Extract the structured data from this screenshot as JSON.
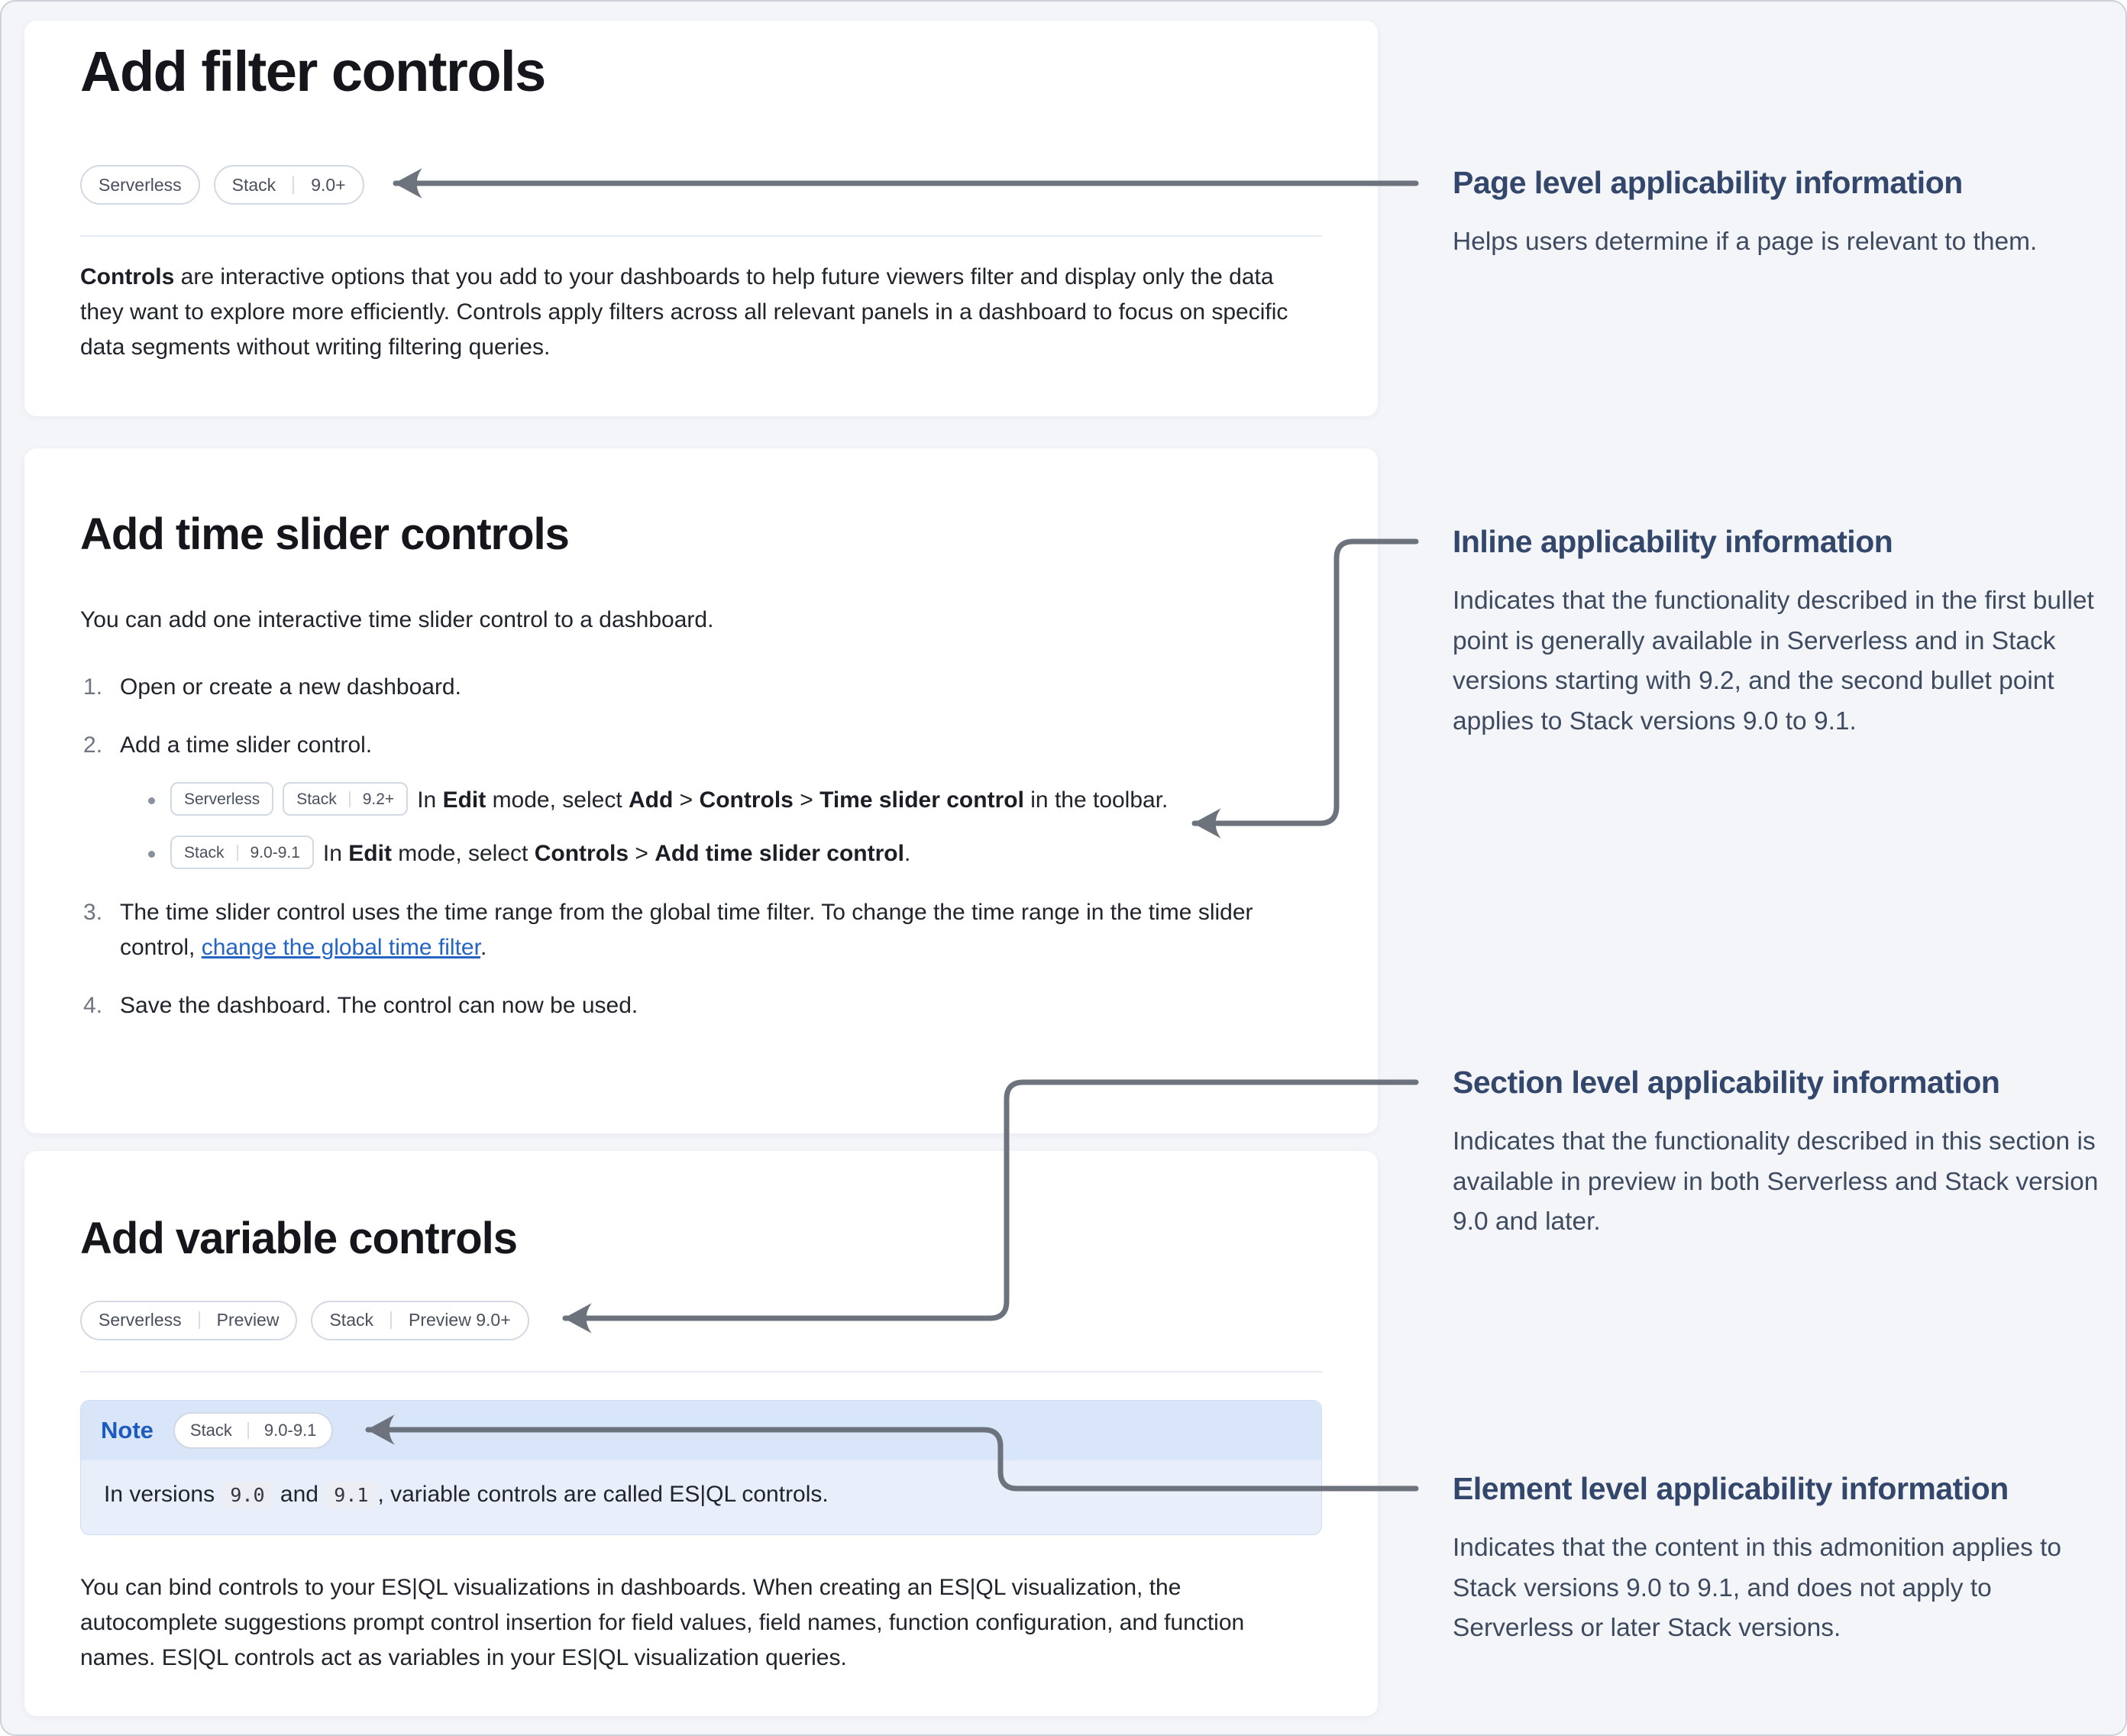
{
  "filter_section": {
    "title": "Add filter controls",
    "badges": [
      [
        "Serverless"
      ],
      [
        "Stack",
        "9.0+"
      ]
    ],
    "paragraph": [
      {
        "b": "Controls"
      },
      {
        "t": " are interactive options that you add to your dashboards to help future viewers filter and display only the data they want to explore more efficiently. Controls apply filters across all relevant panels in a dashboard to focus on specific data segments without writing filtering queries."
      }
    ]
  },
  "time_slider_section": {
    "title": "Add time slider controls",
    "intro": "You can add one interactive time slider control to a dashboard.",
    "steps": [
      {
        "text": [
          {
            "t": "Open or create a new dashboard."
          }
        ]
      },
      {
        "text": [
          {
            "t": "Add a time slider control."
          }
        ],
        "bullets": [
          [
            {
              "badge": [
                "Serverless"
              ]
            },
            {
              "badge": [
                "Stack",
                "9.2+"
              ]
            },
            {
              "t": "In "
            },
            {
              "b": "Edit"
            },
            {
              "t": " mode, select "
            },
            {
              "b": "Add"
            },
            {
              "t": " > "
            },
            {
              "b": "Controls"
            },
            {
              "t": " > "
            },
            {
              "b": "Time slider control"
            },
            {
              "t": " in the toolbar."
            }
          ],
          [
            {
              "badge": [
                "Stack",
                "9.0-9.1"
              ]
            },
            {
              "t": "In "
            },
            {
              "b": "Edit"
            },
            {
              "t": " mode, select "
            },
            {
              "b": "Controls"
            },
            {
              "t": " > "
            },
            {
              "b": "Add time slider control"
            },
            {
              "t": "."
            }
          ]
        ]
      },
      {
        "text": [
          {
            "t": "The time slider control uses the time range from the global time filter. To change the time range in the time slider control, "
          },
          {
            "link": "change the global time filter"
          },
          {
            "t": "."
          }
        ]
      },
      {
        "text": [
          {
            "t": "Save the dashboard. The control can now be used."
          }
        ]
      }
    ]
  },
  "variable_section": {
    "title": "Add variable controls",
    "badges": [
      [
        "Serverless",
        "Preview"
      ],
      [
        "Stack",
        "Preview 9.0+"
      ]
    ],
    "note": {
      "label": "Note",
      "badge": [
        "Stack",
        "9.0-9.1"
      ],
      "body": [
        {
          "t": "In versions "
        },
        {
          "code": "9.0"
        },
        {
          "t": " and "
        },
        {
          "code": "9.1"
        },
        {
          "t": ", variable controls are called ES|QL controls."
        }
      ]
    },
    "paragraph": [
      {
        "t": "You can bind controls to your ES|QL visualizations in dashboards. When creating an ES|QL visualization, the autocomplete suggestions prompt control insertion for field values, field names, function configuration, and function names. ES|QL controls act as variables in your ES|QL visualization queries."
      }
    ]
  },
  "annotations": {
    "page_level": {
      "title": "Page level applicability information",
      "body": "Helps users determine if a page is relevant to them."
    },
    "inline": {
      "title": "Inline applicability information",
      "body": "Indicates that the functionality described in the first bullet point is generally available in Serverless and in Stack versions starting with 9.2, and the second bullet point applies to Stack versions 9.0 to 9.1."
    },
    "section_level": {
      "title": "Section level applicability information",
      "body": "Indicates that the functionality described in this section is available in preview in both Serverless and Stack version 9.0 and later."
    },
    "element_level": {
      "title": "Element level applicability information",
      "body": "Indicates that the content in this admonition applies to Stack versions 9.0 to 9.1, and does not apply to Serverless or later Stack versions."
    }
  },
  "colors": {
    "accent_blue": "#1d5bbf",
    "link_blue": "#2464c5",
    "arrow_gray": "#6d737c",
    "page_bg": "#f3f5f9",
    "note_bg": "#e8effa",
    "note_header_bg": "#d9e5f8"
  }
}
